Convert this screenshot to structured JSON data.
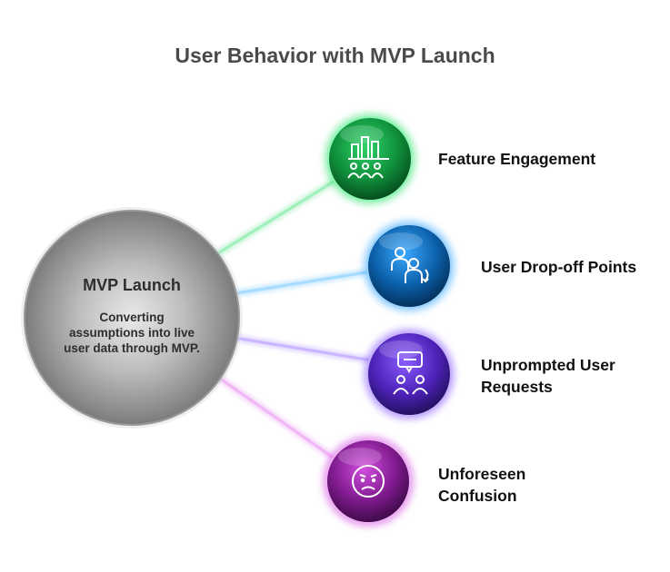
{
  "title": "User Behavior with MVP Launch",
  "hub": {
    "title": "MVP Launch",
    "subtitle_lines": [
      "Converting",
      "assumptions into live",
      "user data through MVP."
    ]
  },
  "nodes": [
    {
      "label_lines": [
        "Feature Engagement"
      ],
      "icon": "bar-chart-users-icon",
      "color": "#1fae4c"
    },
    {
      "label_lines": [
        "User Drop-off Points"
      ],
      "icon": "users-dropoff-icon",
      "color": "#1e86d8"
    },
    {
      "label_lines": [
        "Unprompted User",
        "Requests"
      ],
      "icon": "chat-users-icon",
      "color": "#6c3fe0"
    },
    {
      "label_lines": [
        "Unforeseen",
        "Confusion"
      ],
      "icon": "confused-face-icon",
      "color": "#a52fb8"
    }
  ]
}
